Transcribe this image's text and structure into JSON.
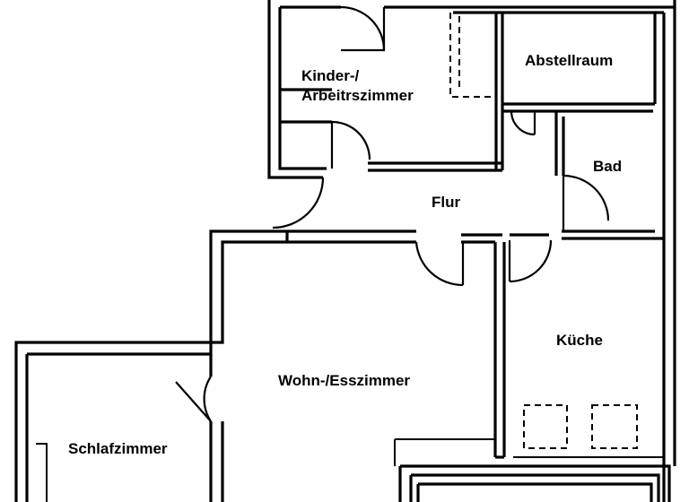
{
  "rooms": {
    "kinder": {
      "line1": "Kinder-/",
      "line2": "Arbeitrszimmer"
    },
    "abstellraum": "Abstellraum",
    "bad": "Bad",
    "flur": "Flur",
    "kueche": "Küche",
    "wohnen": "Wohn-/Esszimmer",
    "schlafzimmer": "Schlafzimmer"
  }
}
